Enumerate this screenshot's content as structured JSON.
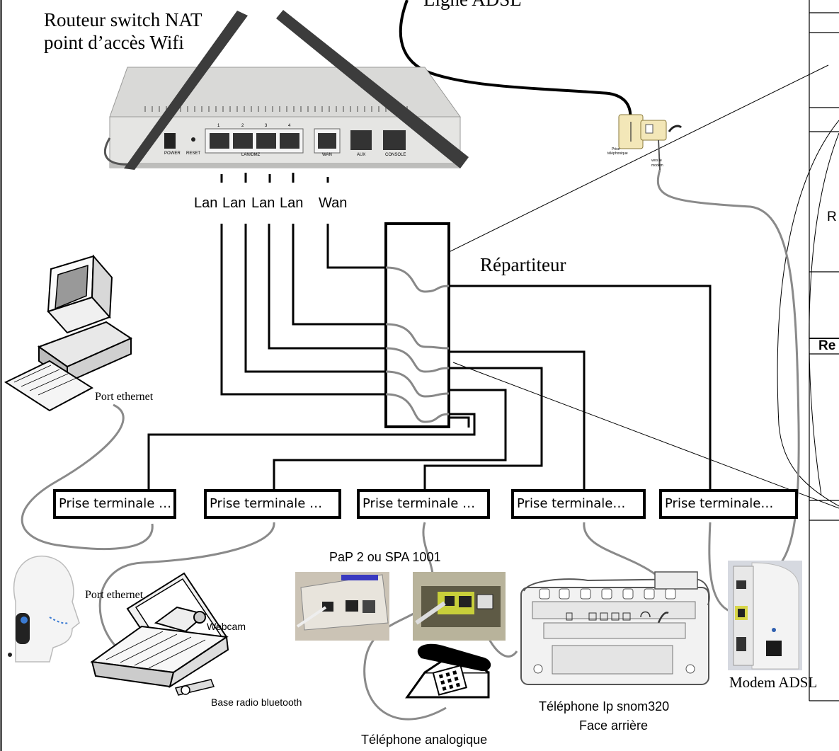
{
  "labels": {
    "router_title_line1": "Routeur switch NAT",
    "router_title_line2": "point d’accès Wifi",
    "adsl_line": "Ligne ADSL",
    "repartiteur": "Répartiteur",
    "port_ethernet_pc": "Port ethernet",
    "port_ethernet_laptop": "Port ethernet",
    "webcam": "Webcam",
    "bluetooth": "Base radio bluetooth",
    "pap2": "PaP 2 ou SPA 1001",
    "snom_line1": "Téléphone Ip snom320",
    "snom_line2": "Face arrière",
    "analog_phone": "Téléphone analogique",
    "modem": "Modem ADSL",
    "prise_phone_1": "Prise",
    "prise_phone_2": "téléphonique",
    "vers_modem_1": "vers le",
    "vers_modem_2": "modem"
  },
  "router_ports": {
    "top_labels": [
      "POWER",
      "RESET",
      "LAN/DMZ",
      "WAN",
      "AUX",
      "CONSOLE"
    ],
    "lan_numbers": [
      "1",
      "2",
      "3",
      "4"
    ],
    "bottom_labels": [
      "Lan",
      "Lan",
      "Lan",
      "Lan",
      "Wan"
    ]
  },
  "prises": [
    "Prise terminale …",
    "Prise terminale …",
    "Prise terminale …",
    "Prise terminale…",
    "Prise terminale…"
  ],
  "table_fragments": {
    "r_letter": "R",
    "re_bold": "Re"
  }
}
